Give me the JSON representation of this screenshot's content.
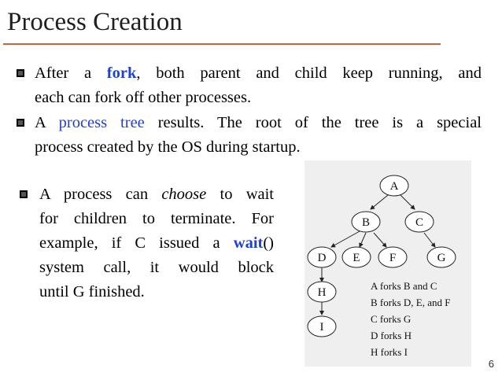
{
  "slide": {
    "title": "Process Creation",
    "page_number": "6"
  },
  "bullets": {
    "b1": {
      "line1_pre": "After a ",
      "line1_kw": "fork",
      "line1_post": ", both parent and child keep running, and",
      "line2": "each can fork off other processes."
    },
    "b2": {
      "line1_pre": "A ",
      "line1_kw": "process tree",
      "line1_post": " results. The root of the tree is a special",
      "line2": "process created by the OS during startup."
    },
    "b3": {
      "line1_pre": "A process can ",
      "line1_em": "choose",
      "line1_post": " to wait",
      "line2": "for children to terminate. For",
      "line3_pre": "example, if C issued a ",
      "line3_kw": "wait",
      "line3_post": "()",
      "line4": "system call, it would block",
      "line5": "until G finished."
    }
  },
  "tree": {
    "nodes": {
      "A": "A",
      "B": "B",
      "C": "C",
      "D": "D",
      "E": "E",
      "F": "F",
      "G": "G",
      "H": "H",
      "I": "I"
    },
    "legend": [
      "A forks B and C",
      "B forks D, E, and F",
      "C forks G",
      "D forks H",
      "H forks I"
    ]
  },
  "colors": {
    "accent_rule": "#c8643a",
    "keyword_blue": "#1f3fd6"
  }
}
